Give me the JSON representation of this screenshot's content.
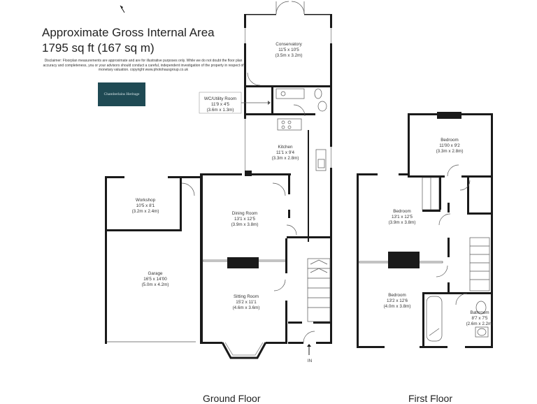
{
  "header": {
    "title_line1": "Approximate Gross Internal Area",
    "title_line2": "1795 sq ft (167 sq m)",
    "disclaimer": "Disclaimer: Floorplan measurements are approximate and are for illustrative purposes only. While we do not doubt the floor plan accuracy and completeness, you or your advisors should conduct a careful, independent investigation of the property in respect of monetary valuation. copyright www.photohausgroup.co.uk",
    "logo_text": "Chamberlains Heritage"
  },
  "floors": {
    "ground_label": "Ground Floor",
    "first_label": "First Floor"
  },
  "entrance": "IN",
  "rooms": {
    "conservatory": {
      "name": "Conservatory",
      "imperial": "11'5 x 10'5",
      "metric": "(3.5m x 3.2m)"
    },
    "wc_utility": {
      "name": "WC/Utility Room",
      "imperial": "11'9 x 4'5",
      "metric": "(3.6m x 1.3m)"
    },
    "kitchen": {
      "name": "Kitchen",
      "imperial": "11'1 x 9'4",
      "metric": "(3.3m x 2.8m)"
    },
    "workshop": {
      "name": "Workshop",
      "imperial": "10'5 x 8'1",
      "metric": "(3.2m x 2.4m)"
    },
    "dining": {
      "name": "Dining Room",
      "imperial": "13'1 x 12'5",
      "metric": "(3.9m x 3.8m)"
    },
    "garage": {
      "name": "Garage",
      "imperial": "16'5 x 14'00",
      "metric": "(5.0m x 4.2m)"
    },
    "sitting": {
      "name": "Sitting Room",
      "imperial": "15'2 x 11'1",
      "metric": "(4.6m x 3.6m)"
    },
    "bedroom_top": {
      "name": "Bedroom",
      "imperial": "11'00 x 9'2",
      "metric": "(3.3m x 2.8m)"
    },
    "bedroom_mid": {
      "name": "Bedroom",
      "imperial": "13'1 x 12'5",
      "metric": "(3.9m x 3.8m)"
    },
    "bedroom_low": {
      "name": "Bedroom",
      "imperial": "13'2 x 12'6",
      "metric": "(4.0m x 3.8m)"
    },
    "bathroom": {
      "name": "Bathroom",
      "imperial": "8'7 x 7'5",
      "metric": "(2.6m x 2.2m)"
    }
  }
}
